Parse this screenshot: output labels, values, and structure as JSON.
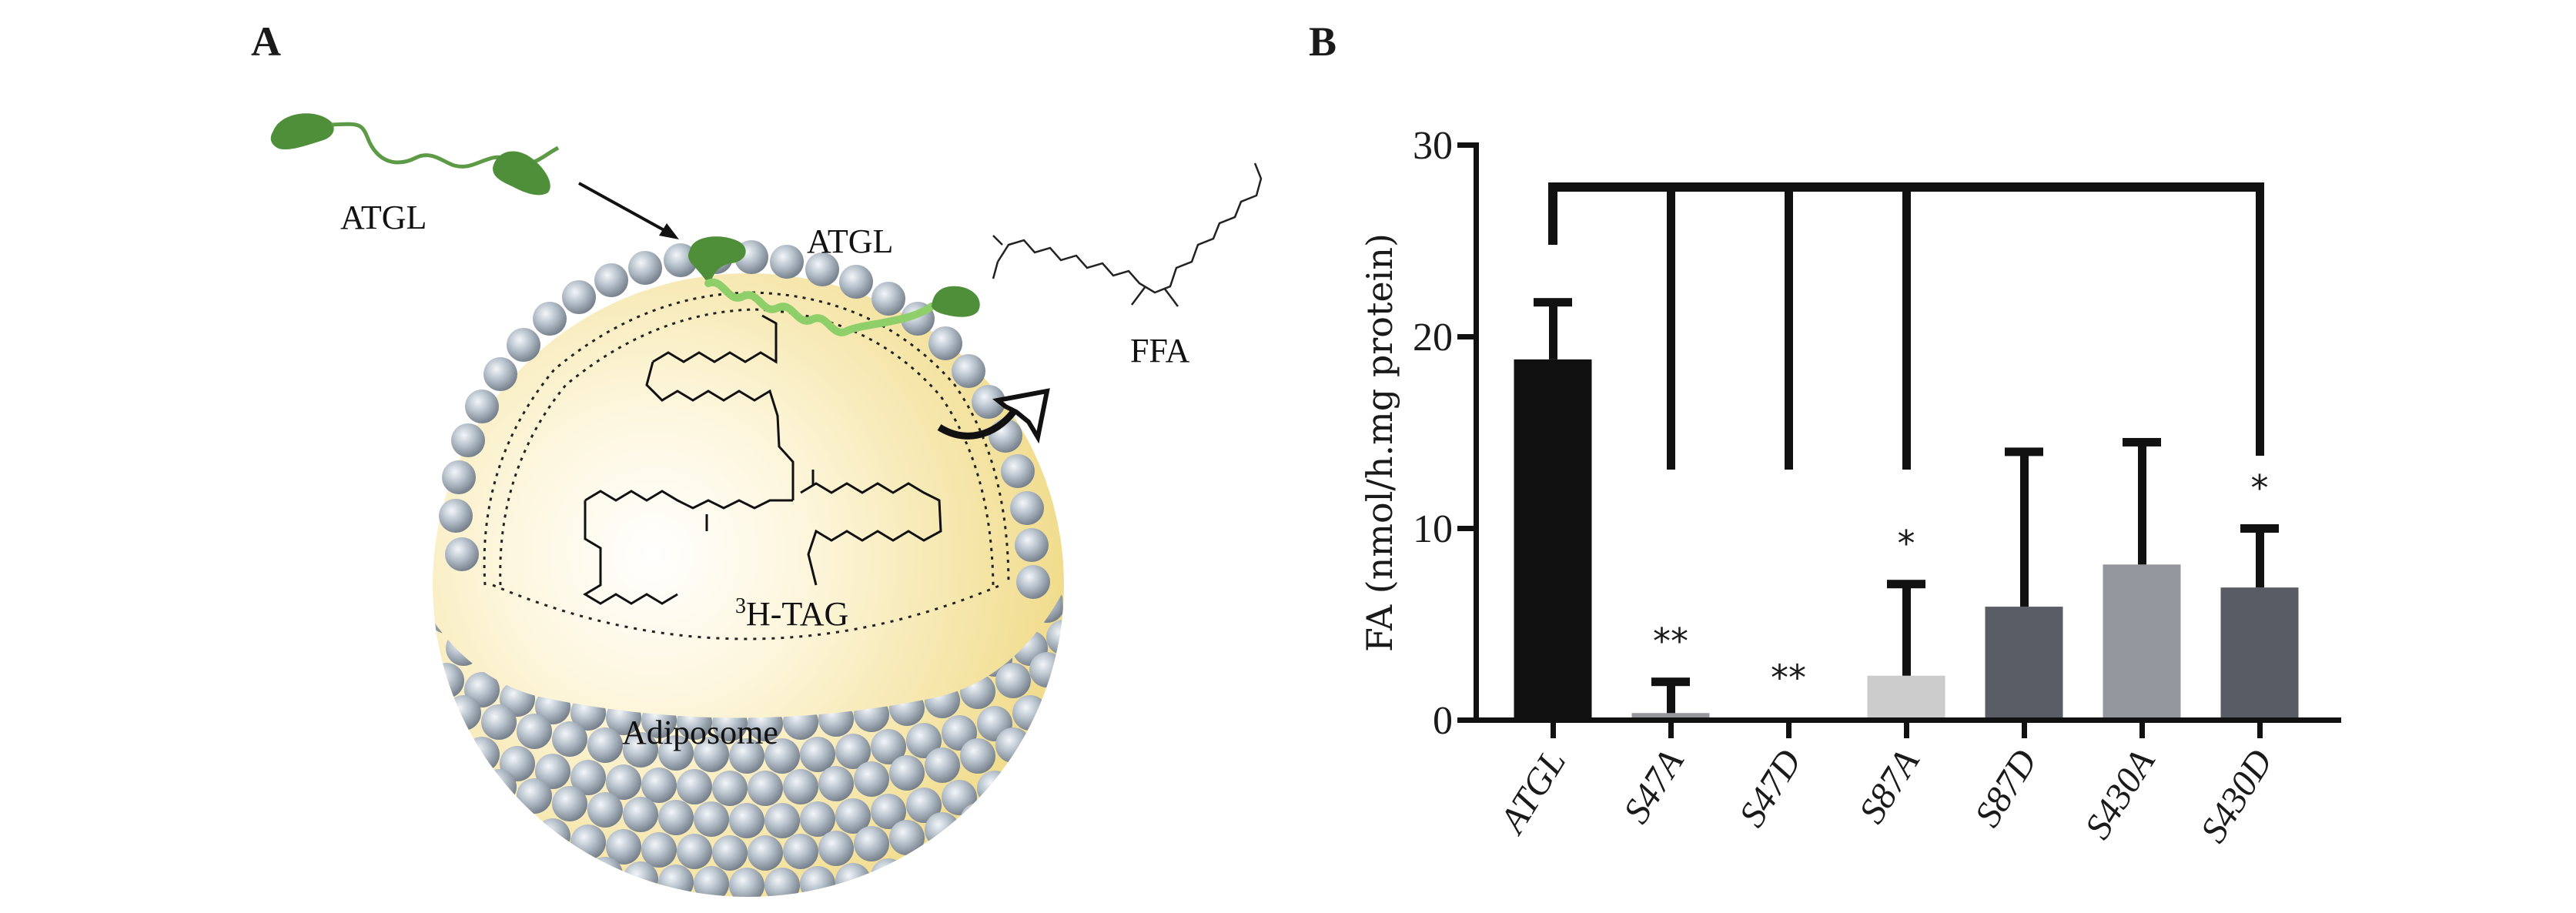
{
  "panel_a": {
    "letter": "A",
    "labels": {
      "atgl_free": "ATGL",
      "atgl_bound": "ATGL",
      "ffa": "FFA",
      "tag_superscript": "3",
      "tag": "H-TAG",
      "adiposome": "Adiposome"
    },
    "colors": {
      "protein": "#4f8f3a",
      "phospholipid_head": "#a9b3bd",
      "core": "#f4e3a1"
    }
  },
  "panel_b": {
    "letter": "B"
  },
  "chart_data": {
    "type": "bar",
    "title": "",
    "xlabel": "",
    "ylabel": "FA (nmol/h.mg protein)",
    "ylim": [
      0,
      30
    ],
    "yticks": [
      0,
      10,
      20,
      30
    ],
    "categories": [
      "ATGL",
      "S47A",
      "S47D",
      "S87A",
      "S87D",
      "S430A",
      "S430D"
    ],
    "values": [
      18.8,
      0.35,
      0.1,
      2.3,
      5.9,
      8.1,
      6.9
    ],
    "error_upper": [
      21.8,
      2.0,
      0.1,
      7.1,
      14.0,
      14.5,
      10.0
    ],
    "colors": [
      "#111111",
      "#95979c",
      "#111111",
      "#cbcccb",
      "#5a5d65",
      "#93969d",
      "#595c64"
    ],
    "significance": [
      "",
      "**",
      "**",
      "*",
      "",
      "",
      "*"
    ],
    "comparison_bracket": {
      "from": "ATGL",
      "to": [
        "S47A",
        "S47D",
        "S87A",
        "S430D"
      ]
    },
    "grid": false,
    "legend": "none"
  }
}
